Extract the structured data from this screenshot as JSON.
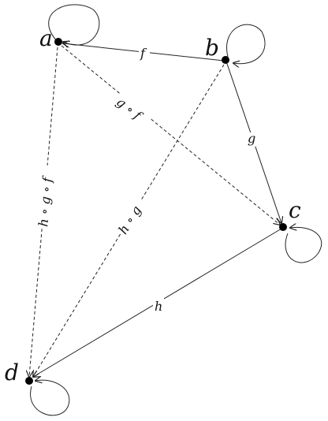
{
  "diagram": {
    "nodes": {
      "a": {
        "label": "a"
      },
      "b": {
        "label": "b"
      },
      "c": {
        "label": "c"
      },
      "d": {
        "label": "d"
      }
    },
    "edges": {
      "f": {
        "label": "f",
        "from": "b",
        "to": "a",
        "style": "solid"
      },
      "g": {
        "label": "g",
        "from": "b",
        "to": "c",
        "style": "solid"
      },
      "h": {
        "label": "h",
        "from": "c",
        "to": "d",
        "style": "solid"
      },
      "gf": {
        "label": "g ∘ f",
        "from": "a",
        "to": "c",
        "style": "dashed"
      },
      "hg": {
        "label": "h ∘ g",
        "from": "b",
        "to": "d",
        "style": "dashed"
      },
      "hgf": {
        "label": "h ∘ g ∘ f",
        "from": "a",
        "to": "d",
        "style": "dashed"
      }
    }
  }
}
